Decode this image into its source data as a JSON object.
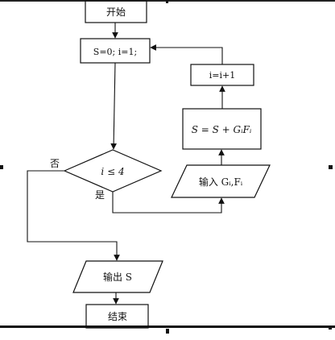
{
  "flowchart": {
    "start": "开始",
    "init": "S=0;  i=1;",
    "condition": "i ≤ 4",
    "increment": "i=i+1",
    "accumulate": "S = S + GᵢFᵢ",
    "input": "输入 Gᵢ,Fᵢ",
    "output": "输出 S",
    "end": "结束",
    "label_no": "否",
    "label_yes": "是"
  }
}
